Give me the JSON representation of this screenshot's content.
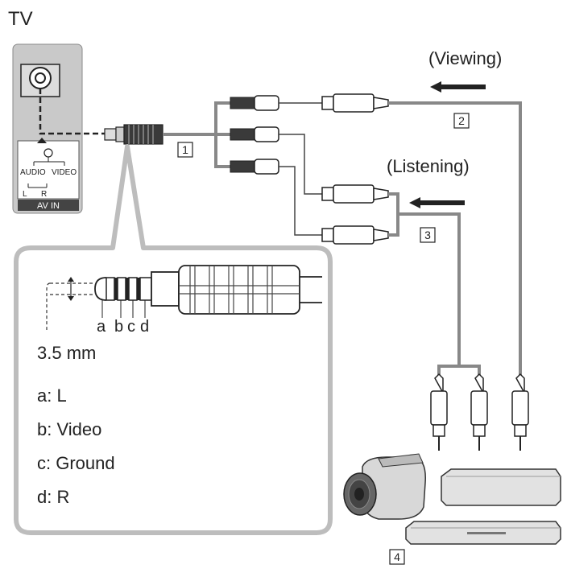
{
  "title": "TV",
  "tv_panel": {
    "jack_labels": {
      "audio": "AUDIO",
      "video": "VIDEO",
      "left": "L",
      "right": "R"
    },
    "port_label": "AV IN"
  },
  "connection_labels": {
    "viewing": "(Viewing)",
    "listening": "(Listening)"
  },
  "callouts": [
    "1",
    "2",
    "3",
    "4"
  ],
  "plug_detail": {
    "pin_letters": [
      "a",
      "b",
      "c",
      "d"
    ],
    "size_label": "3.5 mm",
    "legend": [
      "a: L",
      "b: Video",
      "c: Ground",
      "d: R"
    ]
  }
}
